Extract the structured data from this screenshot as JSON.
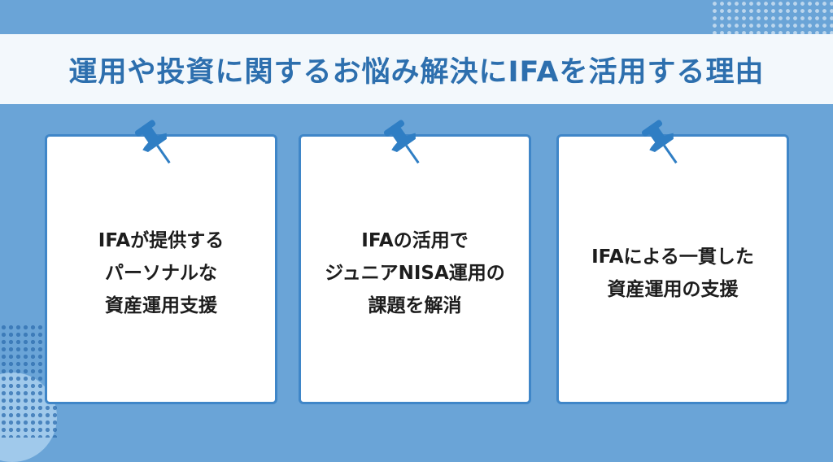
{
  "title": "運用や投資に関するお悩み解決にIFAを活用する理由",
  "cards": [
    {
      "lines": [
        "IFAが提供する",
        "パーソナルな",
        "資産運用支援"
      ]
    },
    {
      "lines": [
        "IFAの活用で",
        "ジュニアNISA運用の",
        "課題を解消"
      ]
    },
    {
      "lines": [
        "IFAによる一貫した",
        "資産運用の支援"
      ]
    }
  ],
  "colors": {
    "background": "#6aa4d7",
    "title_band": "#f3f8fc",
    "title_text": "#2d6fae",
    "card_border": "#3f86c8",
    "pin": "#2f7ec4"
  }
}
